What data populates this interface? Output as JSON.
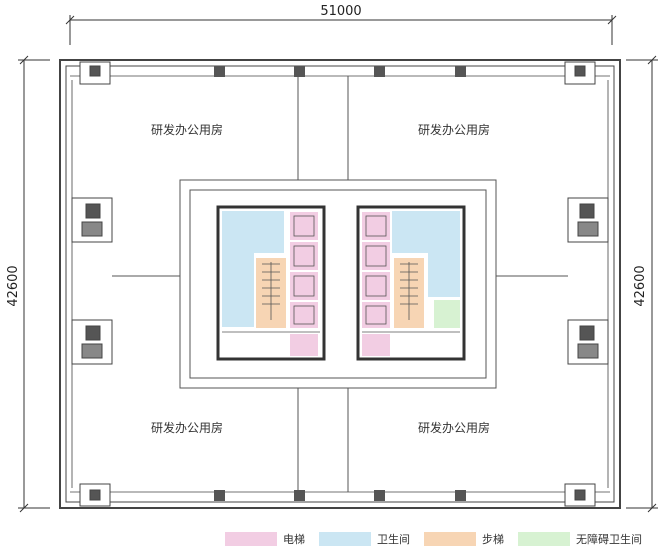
{
  "dimensions": {
    "width": "51000",
    "height_left": "42600",
    "height_right": "42600"
  },
  "rooms": {
    "top_left": "研发办公用房",
    "top_right": "研发办公用房",
    "bottom_left": "研发办公用房",
    "bottom_right": "研发办公用房"
  },
  "legend": [
    {
      "label": "电梯",
      "color": "#f2cde3"
    },
    {
      "label": "卫生间",
      "color": "#cbe6f3"
    },
    {
      "label": "步梯",
      "color": "#f7d5b4"
    },
    {
      "label": "无障碍卫生间",
      "color": "#d7f2d2"
    }
  ]
}
